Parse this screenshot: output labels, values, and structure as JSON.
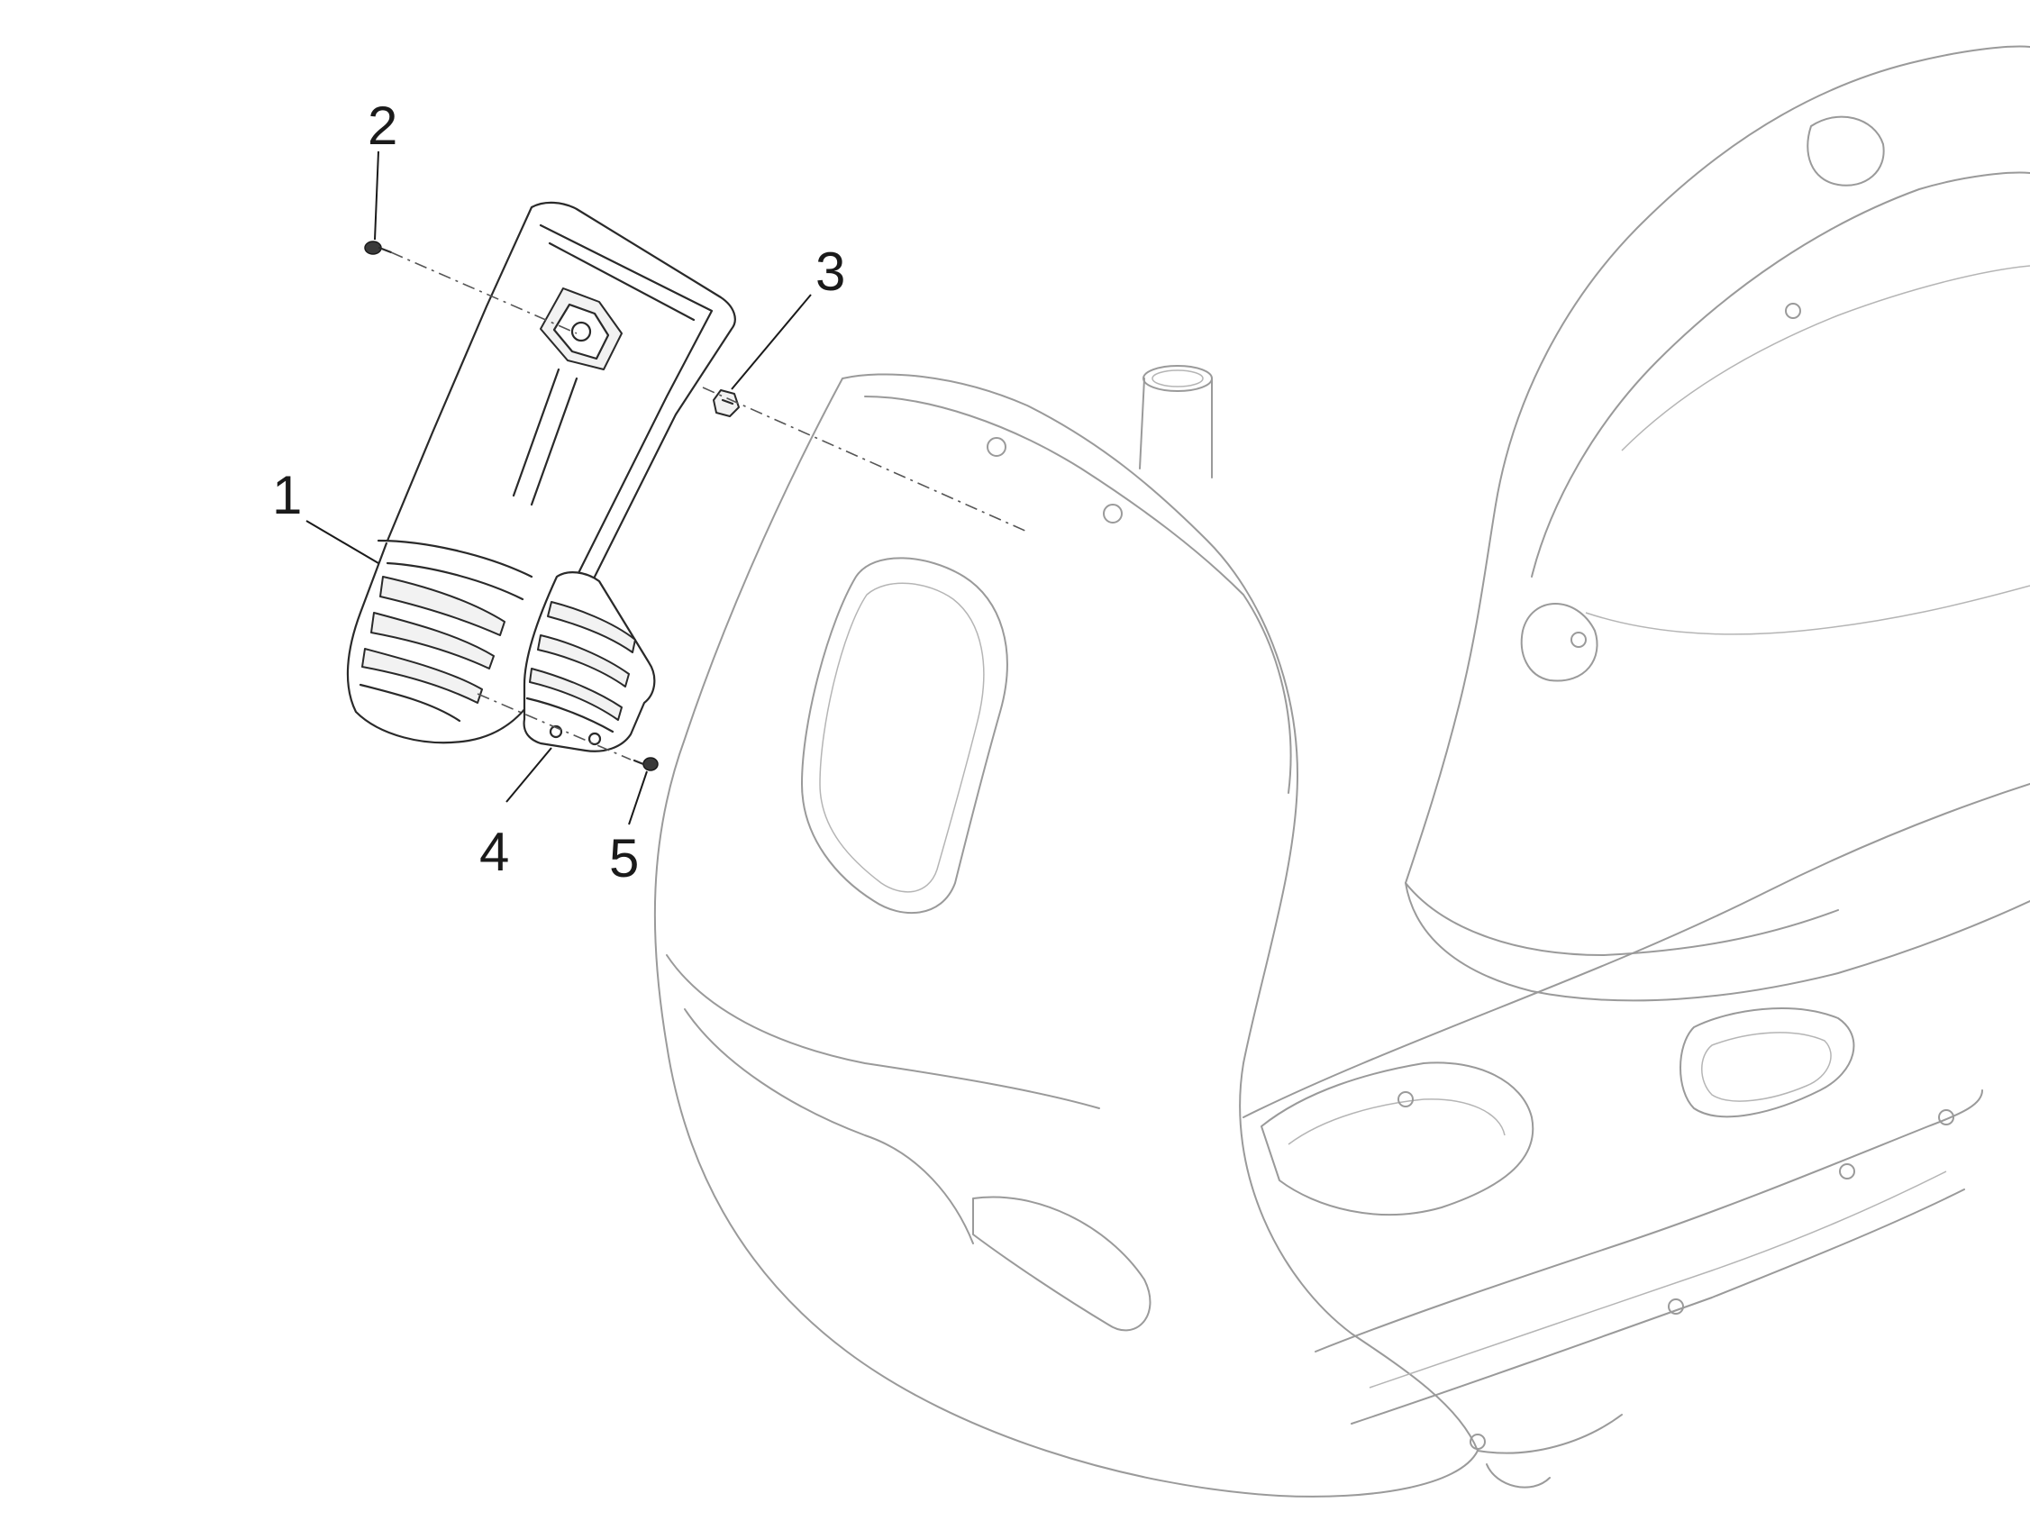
{
  "diagram": {
    "type": "exploded-parts-view",
    "callouts": [
      {
        "id": "1",
        "label": "1"
      },
      {
        "id": "2",
        "label": "2"
      },
      {
        "id": "3",
        "label": "3"
      },
      {
        "id": "4",
        "label": "4"
      },
      {
        "id": "5",
        "label": "5"
      }
    ],
    "colors": {
      "line_dark": "#2a2a2a",
      "line_ghost": "#9a9a9a",
      "background": "#ffffff"
    }
  }
}
